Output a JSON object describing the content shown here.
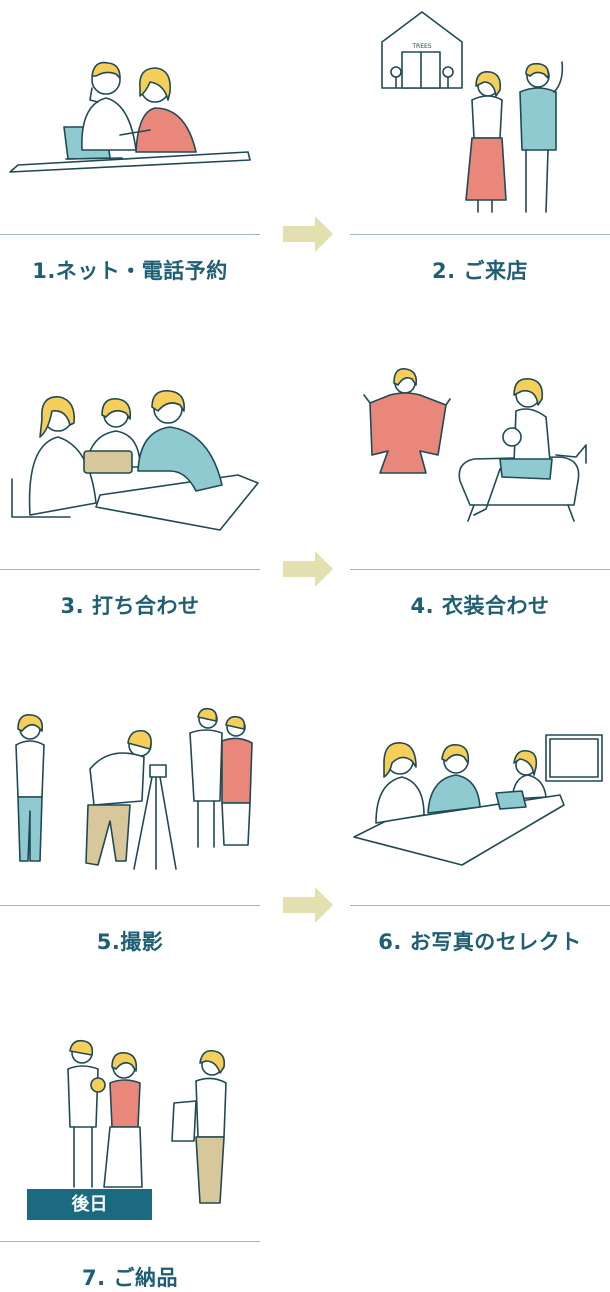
{
  "steps": [
    {
      "label": "1.ネット・電話予約"
    },
    {
      "label": "2. ご来店"
    },
    {
      "label": "3. 打ち合わせ"
    },
    {
      "label": "4. 衣装合わせ"
    },
    {
      "label": "5.撮影"
    },
    {
      "label": "6. お写真のセレクト"
    },
    {
      "label": "7. ご納品"
    }
  ],
  "store_sign": "TREES",
  "badge": "後日",
  "colors": {
    "label_text": "#1f5f73",
    "rule": "#9fb6be",
    "arrow": "#e3dfb0",
    "badge_bg": "#1b6a80",
    "hair": "#f5cf5a",
    "teal_garment": "#8ecad0",
    "salmon_garment": "#e9887a",
    "line_art": "#1f4a55"
  },
  "icons": [
    "arrow-right-icon"
  ]
}
